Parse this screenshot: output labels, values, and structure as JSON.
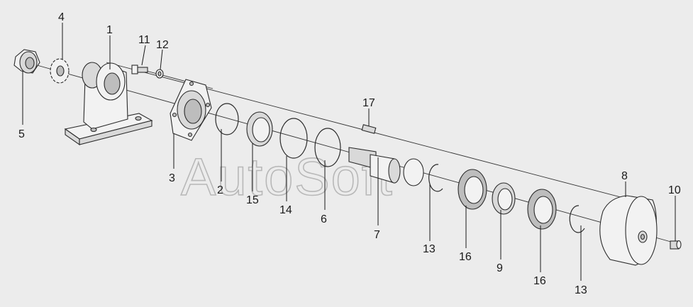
{
  "watermark": "AutoSoft",
  "callouts": [
    {
      "id": "1",
      "label": "1"
    },
    {
      "id": "2",
      "label": "2"
    },
    {
      "id": "3",
      "label": "3"
    },
    {
      "id": "4",
      "label": "4"
    },
    {
      "id": "5",
      "label": "5"
    },
    {
      "id": "6",
      "label": "6"
    },
    {
      "id": "7",
      "label": "7"
    },
    {
      "id": "8",
      "label": "8"
    },
    {
      "id": "9",
      "label": "9"
    },
    {
      "id": "10",
      "label": "10"
    },
    {
      "id": "11",
      "label": "11"
    },
    {
      "id": "12",
      "label": "12"
    },
    {
      "id": "13a",
      "label": "13"
    },
    {
      "id": "13b",
      "label": "13"
    },
    {
      "id": "14",
      "label": "14"
    },
    {
      "id": "15",
      "label": "15"
    },
    {
      "id": "16a",
      "label": "16"
    },
    {
      "id": "16b",
      "label": "16"
    },
    {
      "id": "17",
      "label": "17"
    }
  ]
}
